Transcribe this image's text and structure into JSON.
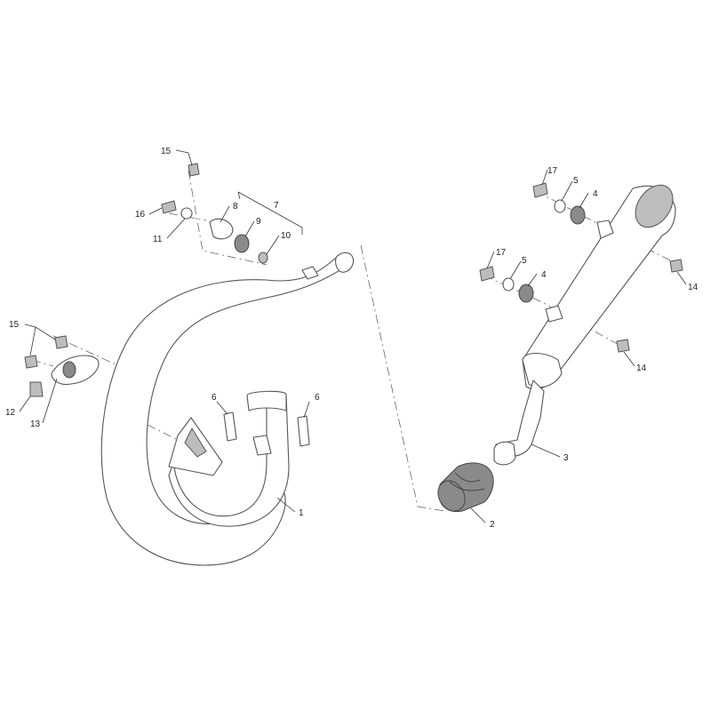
{
  "callouts": {
    "c1": "1",
    "c2": "2",
    "c3": "3",
    "c4a": "4",
    "c4b": "4",
    "c5a": "5",
    "c5b": "5",
    "c6a": "6",
    "c6b": "6",
    "c7": "7",
    "c8": "8",
    "c9": "9",
    "c10": "10",
    "c11": "11",
    "c12": "12",
    "c13": "13",
    "c14a": "14",
    "c14b": "14",
    "c15a": "15",
    "c15b": "15",
    "c16": "16",
    "c17a": "17",
    "c17b": "17"
  },
  "colors": {
    "line": "#555555",
    "shade": "#bdbdbd",
    "dark": "#8a8a8a",
    "background": "#ffffff"
  }
}
